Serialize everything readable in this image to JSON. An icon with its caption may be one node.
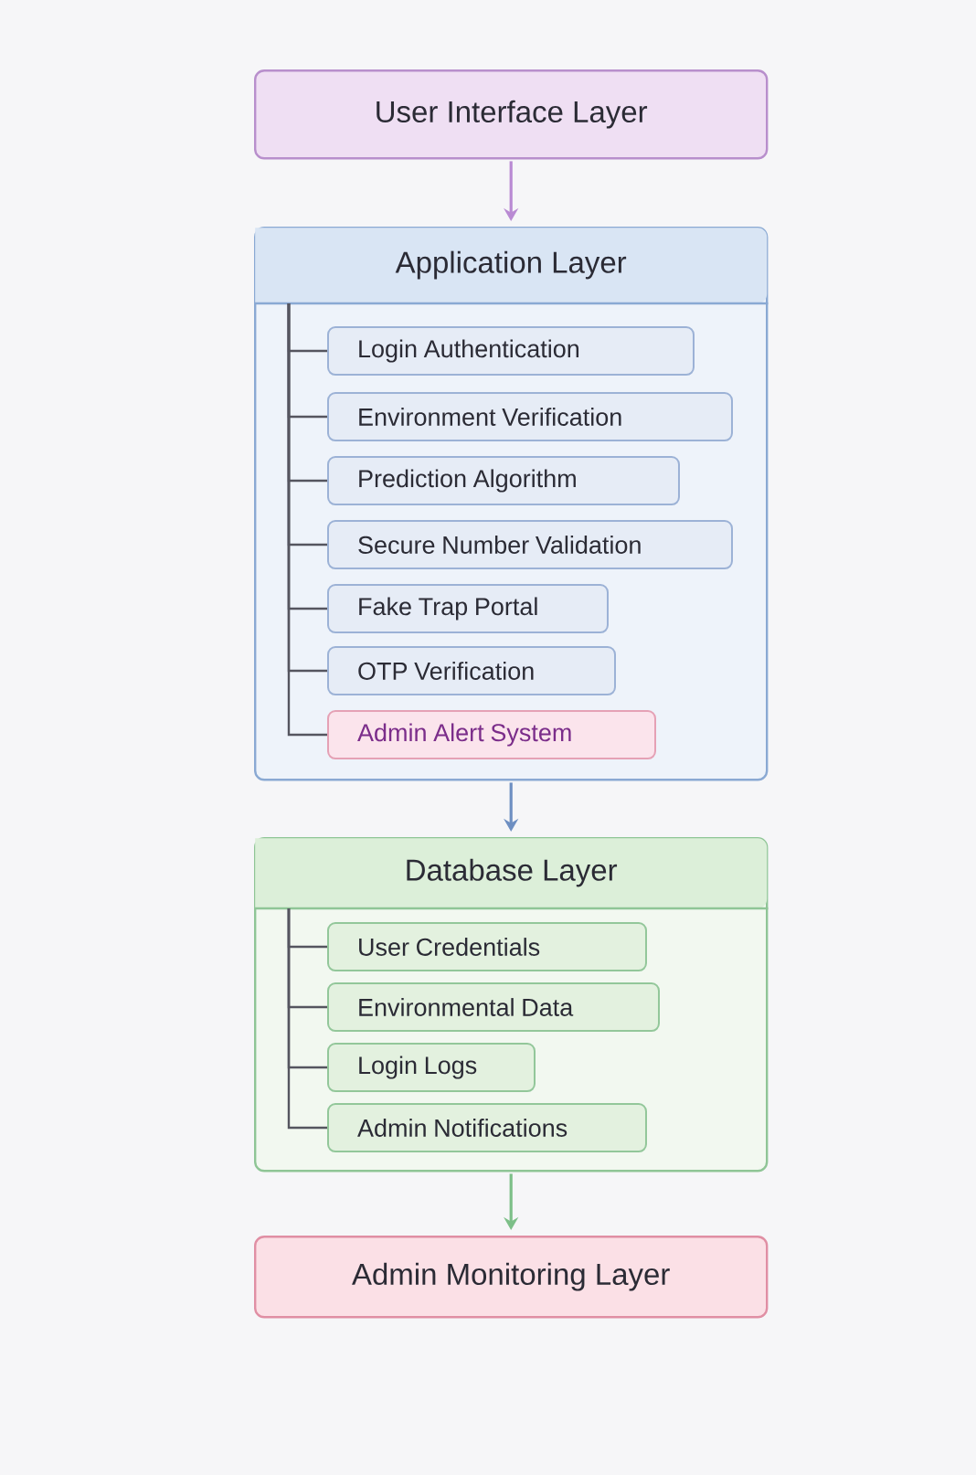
{
  "diagram": {
    "nodes": [
      {
        "text": [
          "User Interface Layer"
        ]
      },
      {
        "text": [
          "Application Layer"
        ]
      },
      {
        "text": [
          "Login Authentication"
        ],
        "in": 1
      },
      {
        "text": [
          "Environment Verification"
        ],
        "in": 1
      },
      {
        "text": [
          "Prediction Algorithm"
        ],
        "in": 1
      },
      {
        "text": [
          "Secure Number Validation"
        ],
        "in": 1
      },
      {
        "text": [
          "Fake Trap Portal"
        ],
        "in": 1
      },
      {
        "text": [
          "OTP Verification"
        ],
        "in": 1
      },
      {
        "text": [
          "Admin Alert System"
        ],
        "in": 1
      },
      {
        "text": [
          "Database Layer"
        ]
      },
      {
        "text": [
          "User Credentials"
        ],
        "in": 9
      },
      {
        "text": [
          "Environmental Data"
        ],
        "in": 9
      },
      {
        "text": [
          "Login Logs"
        ],
        "in": 9
      },
      {
        "text": [
          "Admin Notifications"
        ],
        "in": 9
      },
      {
        "text": [
          "Admin Monitoring Layer"
        ]
      }
    ],
    "edges": [
      {
        "from": 0,
        "to": 1,
        "arrow": "to",
        "color": "#b98ad3"
      },
      {
        "from": 1,
        "to": 9,
        "arrow": "to",
        "color": "#6e8fc2"
      },
      {
        "from": 9,
        "to": 14,
        "arrow": "to",
        "color": "#7dbf88"
      },
      {
        "from": 1,
        "to": 2,
        "arrow": "none"
      },
      {
        "from": 1,
        "to": 3,
        "arrow": "none"
      },
      {
        "from": 1,
        "to": 4,
        "arrow": "none"
      },
      {
        "from": 1,
        "to": 5,
        "arrow": "none"
      },
      {
        "from": 1,
        "to": 6,
        "arrow": "none"
      },
      {
        "from": 1,
        "to": 7,
        "arrow": "none"
      },
      {
        "from": 1,
        "to": 8,
        "arrow": "none"
      },
      {
        "from": 9,
        "to": 10,
        "arrow": "none"
      },
      {
        "from": 9,
        "to": 11,
        "arrow": "none"
      },
      {
        "from": 9,
        "to": 12,
        "arrow": "none"
      },
      {
        "from": 9,
        "to": 13,
        "arrow": "none"
      }
    ]
  }
}
